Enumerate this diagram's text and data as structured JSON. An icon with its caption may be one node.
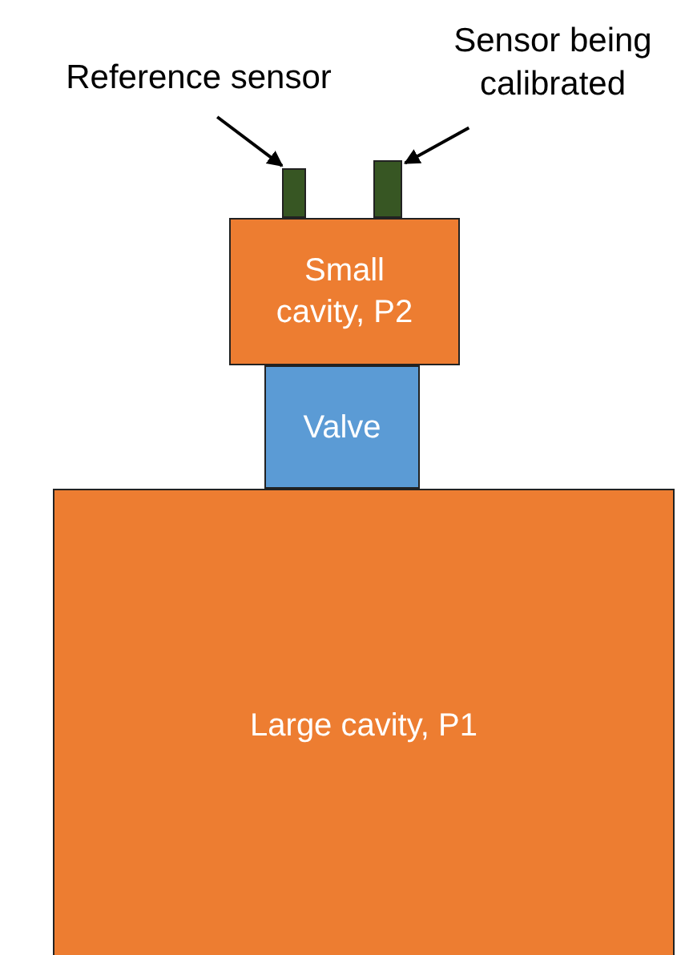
{
  "diagram": {
    "nodes": [
      {
        "text": [
          "Reference sensor"
        ]
      },
      {
        "text": [
          "Sensor being calibrated"
        ]
      },
      {
        "text": [],
        "shape": "bar"
      },
      {
        "text": [],
        "shape": "bar"
      },
      {
        "text": [
          "Small cavity, P2"
        ]
      },
      {
        "text": [
          "Valve"
        ]
      },
      {
        "text": [
          "Large cavity, P1"
        ]
      }
    ],
    "edges": [
      {
        "from": 0,
        "to": 2,
        "arrow": "to"
      },
      {
        "from": 1,
        "to": 3,
        "arrow": "to"
      }
    ]
  }
}
